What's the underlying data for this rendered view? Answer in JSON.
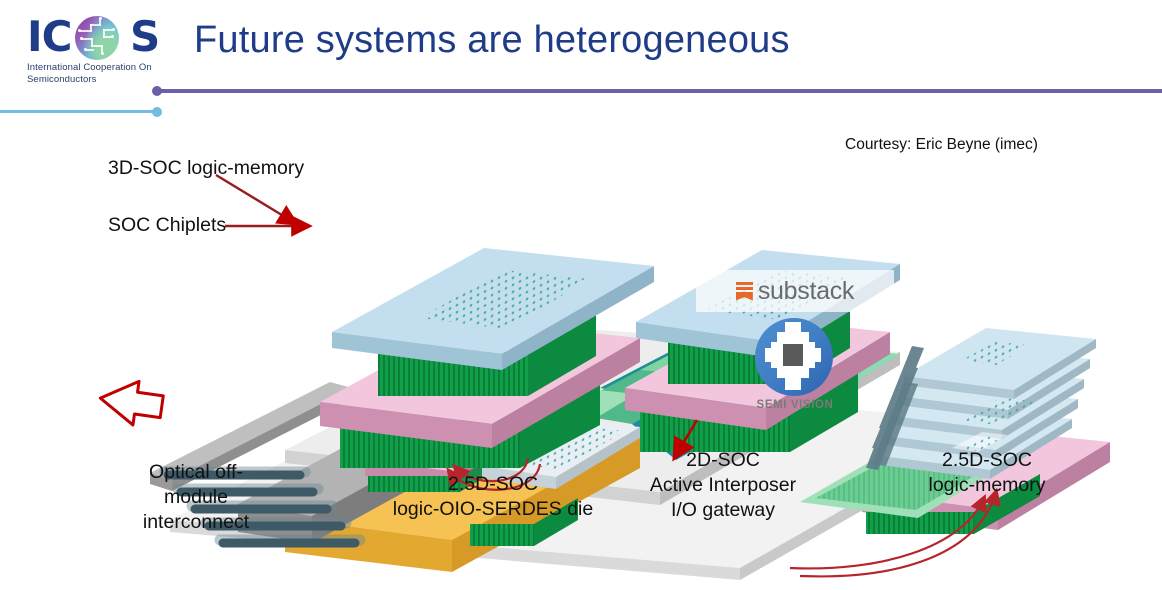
{
  "header": {
    "title": "Future systems are heterogeneous",
    "logo": {
      "wordmark_left": "IC",
      "wordmark_right": "S",
      "globe_icon": "globe-circuit-icon",
      "tagline": "International Cooperation\nOn Semiconductors"
    },
    "accent_purple": "#6B5FA8",
    "accent_blue": "#73BBE0",
    "title_color": "#1F3C88"
  },
  "figure": {
    "courtesy": "Courtesy: Eric Beyne (imec)",
    "labels": {
      "top_left": "3D-SOC logic-memory",
      "mid_left": "SOC Chiplets",
      "bottom_left": "Optical off-\nmodule\ninterconnect",
      "bottom_mid_left": "2.5D-SOC\nlogic-OIO-SERDES die",
      "bottom_center": "2D-SOC\nActive Interposer\nI/O gateway",
      "bottom_right": "2.5D-SOC\nlogic-memory"
    },
    "arrow_color": "#C00000",
    "palette": {
      "die_top_blue": "#BFDCEC",
      "die_side_blue": "#9FC4D6",
      "chiplet_pink": "#F0C4DC",
      "chiplet_pink_side": "#C98BAC",
      "pillar_green": "#15A34A",
      "interposer_gray": "#E8E8E8",
      "interposer_side_gray": "#8C8C8C",
      "teal_block": "#1E8E96",
      "light_green": "#7FD4A0",
      "optical_yellow": "#F5BE45",
      "fiber_teal": "#3E5A66"
    }
  },
  "watermark": {
    "brand": "substack",
    "brand_icon": "substack-bookmark-icon",
    "avatar_icon": "pixel-avatar-icon",
    "caption": "SEMI VISION",
    "brand_color": "#E8682C"
  }
}
